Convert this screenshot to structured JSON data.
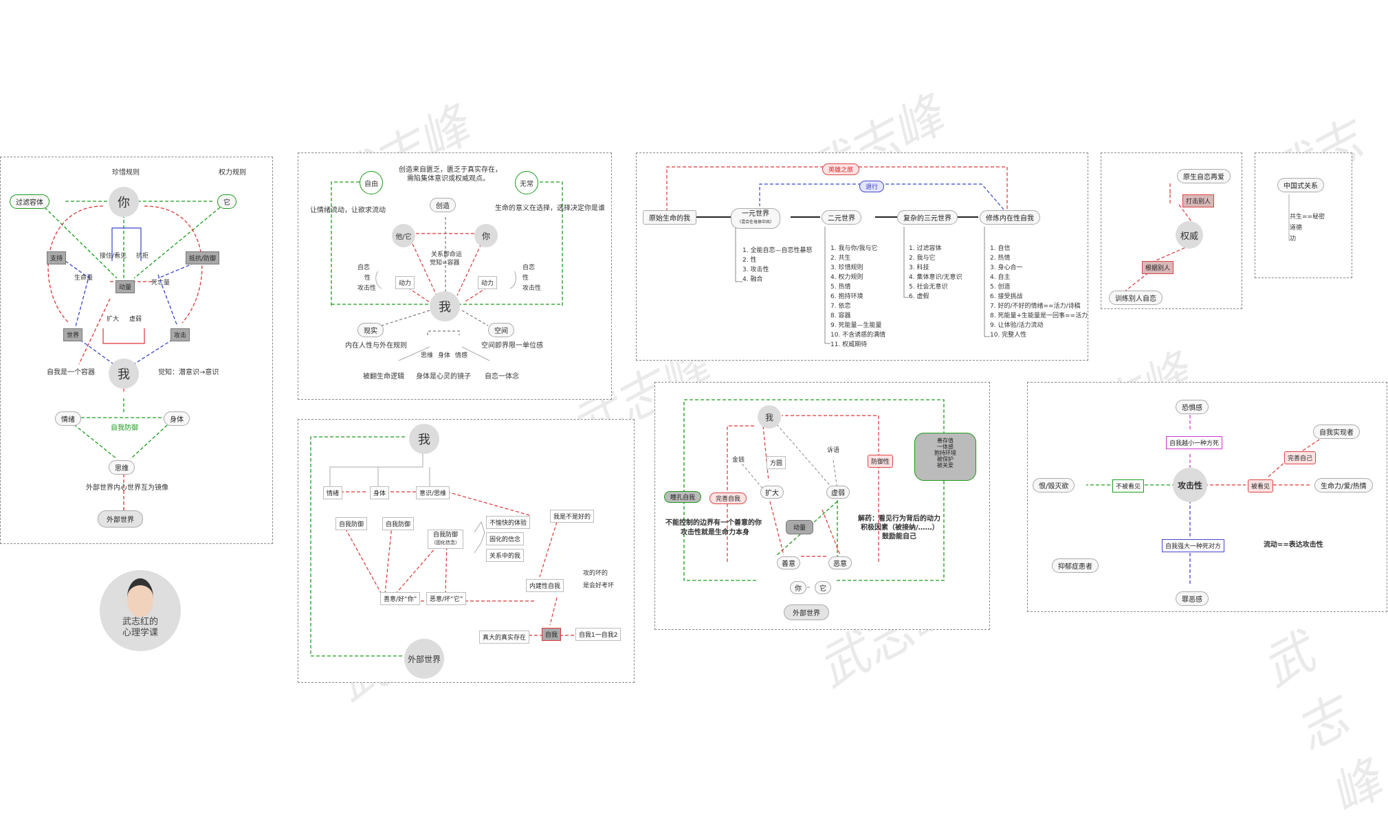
{
  "p1": {
    "you": "你",
    "me": "我",
    "rule_left": "珍惜规则",
    "rule_right": "权力规则",
    "container": "过滤容体",
    "it": "它",
    "support": "支持",
    "attack_right": "抵抗/防御",
    "touch": "接住/看见",
    "consume": "抗拒",
    "life_energy": "生命量",
    "death_energy": "死亡量",
    "drive": "动量",
    "expand": "扩大",
    "vain": "虚弱",
    "world_box": "世界",
    "attack_box": "攻击",
    "self_container": "自我是一个容器",
    "awareness": "觉知：潜意识→意识",
    "emotion": "情绪",
    "body": "身体",
    "defense": "自我防御",
    "thought": "思维",
    "mirror": "外部世界内心世界互为镜像",
    "outer": "外部世界"
  },
  "p2": {
    "top_text_1": "创造来自匮乏，匮乏于真实存在，",
    "top_text_2": "需陷集体意识或权威观点。",
    "free": "自由",
    "nothing": "无常",
    "create": "创造",
    "left_text": "让情绪流动，让欲求流动",
    "right_text": "生命的意义在选择，选择决定你是谁",
    "he": "他/它",
    "you": "你",
    "me": "我",
    "rel_1": "关系即命运",
    "rel_2": "觉知=容器",
    "sub_l": [
      "自恋",
      "性",
      "攻击性"
    ],
    "sub_r": [
      "自恋",
      "性",
      "攻击性"
    ],
    "power_l": "动力",
    "power_r": "动力",
    "reality": "现实",
    "space": "空间",
    "inner": "内在人性与外在规则",
    "space_t": "空间即界限一单位感",
    "b1": "思维",
    "b2": "身体",
    "b3": "情感",
    "bottom_l": "被翻生命逻辑",
    "bottom_m": "身体是心灵的镜子",
    "bottom_r": "自恋一体念"
  },
  "p3": {
    "me": "我",
    "outer": "外部世界",
    "row": [
      "情绪",
      "身体",
      "意识/思维"
    ],
    "d1": "自我防御",
    "d2": "自我防御",
    "d3": "自我防御",
    "d3s": "（固化信念）",
    "right_col": [
      "不愉快的体验",
      "固化的信念",
      "关系中的我"
    ],
    "good_news": "我是不是好的",
    "bad_1": "攻的坏的",
    "bad_2": "是会好考坏",
    "inner_mirror": "内建性自我",
    "good_bad_1": "善意/好“你”",
    "good_bad_2": "恶意/坏“它”",
    "big_self": "真大的真实存在",
    "self_box": "自我",
    "self12": "自我1一自我2"
  },
  "p4": {
    "hero": "英雄之旅",
    "back": "退行",
    "start": "原始生命的我",
    "one": "一元世界",
    "one_sub": "（混合在母体中共）",
    "two": "二元世界",
    "three": "复杂的三元世界",
    "four": "修炼内在性自我",
    "list1": [
      "1. 全能自恋—自恋性暴怒",
      "2. 性",
      "3. 攻击性",
      "4. 融合"
    ],
    "list2": [
      "1. 我与你/我与它",
      "2. 共生",
      "3. 珍惜规则",
      "4. 权力规则",
      "5. 热情",
      "6. 抱持环境",
      "7. 依恋",
      "8. 容器",
      "9. 死能量—生能量",
      "10. 不含诱惑的满情",
      "11. 权威期待"
    ],
    "list3": [
      "1. 过滤容体",
      "2. 我与它",
      "3. 科技",
      "4. 集体意识/无意识",
      "5. 社会无意识",
      "6. 虚假"
    ],
    "list4": [
      "1. 自信",
      "2. 热情",
      "3. 身心合一",
      "4. 自主",
      "5. 创造",
      "6. 接受挑战",
      "7. 好的/不好的情绪==活力/诗稿",
      "8. 死能量+生能量是一回事==活力",
      "9. 让体验/活力流动",
      "10. 完整人性"
    ]
  },
  "p5": {
    "me": "我",
    "outer": "外部世界",
    "gold": "金钱",
    "sex": "方圆",
    "expand": "扩大",
    "praise": "诉语",
    "vain": "虚弱",
    "drive": "动量",
    "good": "善意",
    "evil": "恶意",
    "you": "你",
    "it": "它",
    "red_tag": "防御性",
    "left_grey": "瞳孔自我",
    "left_red": "完善自我",
    "right_big": "善存值\n一体感\n抱持环境\n被保护\n被关爱",
    "bottom_l_1": "不能控制的边界有一个善意的你",
    "bottom_l_2": "攻击性就是生命力本身",
    "bottom_r_1": "解药：看见行为背后的动力",
    "bottom_r_2": "积极因素（被接纳/……）",
    "bottom_r_3": "鼓励能自己"
  },
  "p6": {
    "title": "原生自恋再爱",
    "hit": "打击别人",
    "power": "权威",
    "self_attack": "根据别人",
    "bottom": "训练别人自恋"
  },
  "p7": {
    "title": "中国式关系",
    "items": [
      "共生==秘密",
      "道德",
      "功"
    ]
  },
  "p8": {
    "top": "恐惧感",
    "magenta": "自我越小一种方死",
    "center": "攻击性",
    "left": "恨/毁灭欲",
    "left_tag": "不被看见",
    "right": "生命力/爱/热情",
    "right_tag": "被看见",
    "realize": "自我实现者",
    "self_tag": "完善自己",
    "blue": "自我强大一种死对方",
    "bottom": "罪恶感",
    "depress": "抑郁症患者",
    "flow": "流动==表达攻击性"
  },
  "avatar": {
    "line1": "武志红的",
    "line2": "心理学课"
  },
  "watermark": "武志峰"
}
